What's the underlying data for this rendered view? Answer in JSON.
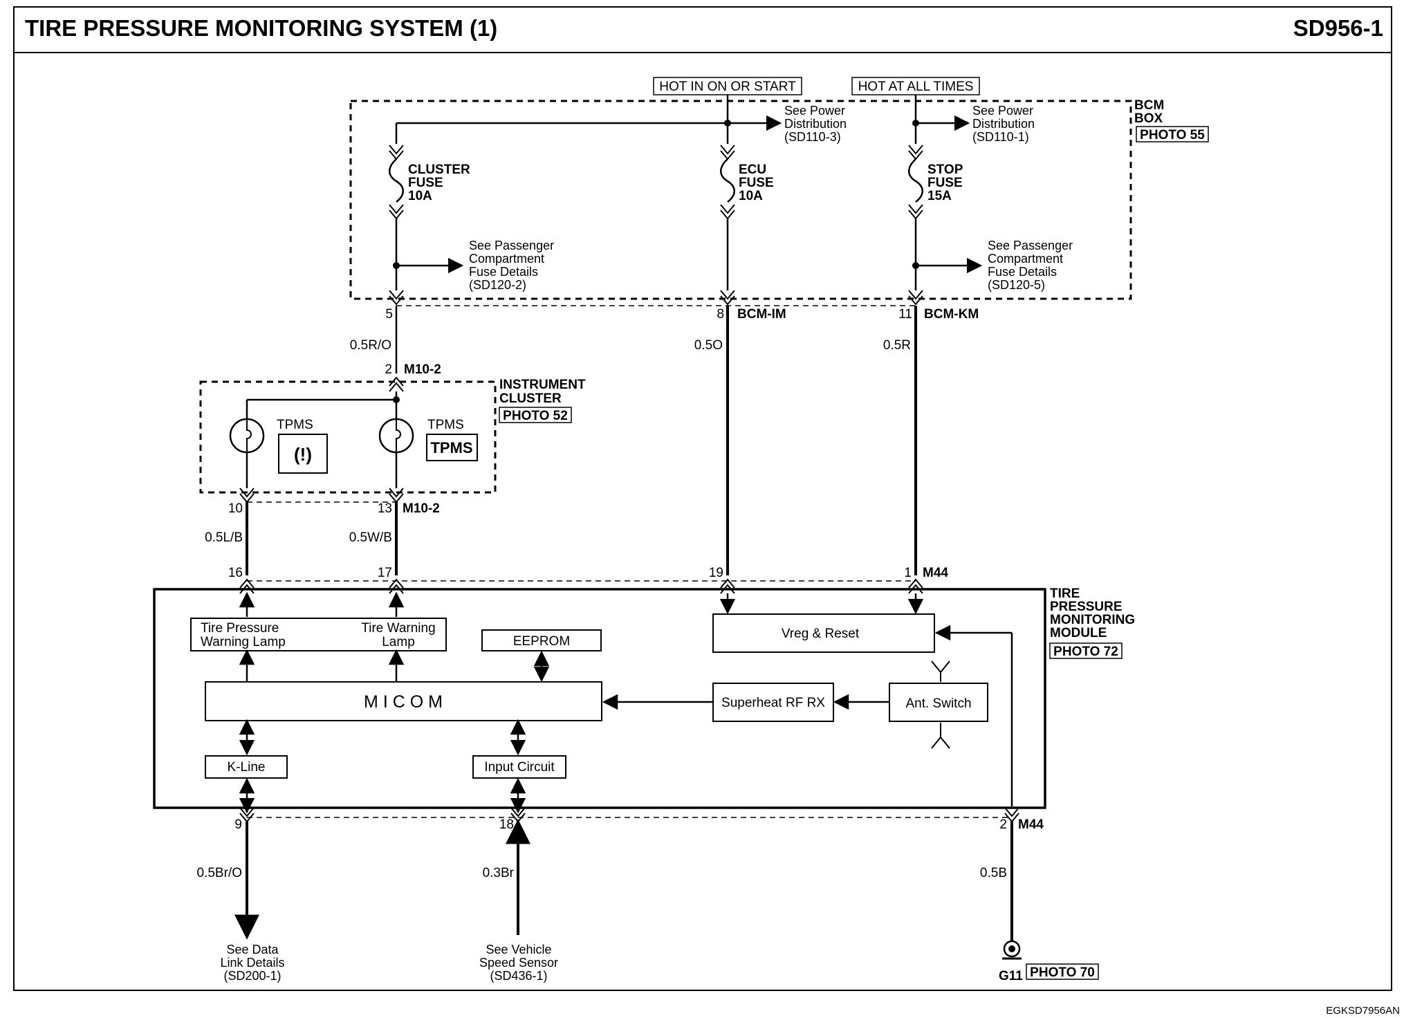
{
  "header": {
    "title": "TIRE PRESSURE MONITORING SYSTEM (1)",
    "code": "SD956-1"
  },
  "footer_code": "EGKSD7956AN",
  "power": {
    "ign": "HOT IN ON OR START",
    "batt": "HOT AT ALL TIMES"
  },
  "bcm": {
    "label": [
      "BCM",
      "BOX"
    ],
    "photo": "PHOTO 55",
    "see_power_1": [
      "See Power",
      "Distribution",
      "(SD110-3)"
    ],
    "see_power_2": [
      "See Power",
      "Distribution",
      "(SD110-1)"
    ],
    "see_pass_1": [
      "See Passenger",
      "Compartment",
      "Fuse Details",
      "(SD120-2)"
    ],
    "see_pass_2": [
      "See Passenger",
      "Compartment",
      "Fuse Details",
      "(SD120-5)"
    ],
    "fuses": [
      {
        "lines": [
          "CLUSTER",
          "FUSE",
          "10A"
        ]
      },
      {
        "lines": [
          "ECU",
          "FUSE",
          "10A"
        ]
      },
      {
        "lines": [
          "STOP",
          "FUSE",
          "15A"
        ]
      }
    ],
    "conn_im": "BCM-IM",
    "conn_km": "BCM-KM",
    "pins": [
      "5",
      "8",
      "11"
    ]
  },
  "wires": {
    "w_cluster": "0.5R/O",
    "w_ecu": "0.5O",
    "w_stop": "0.5R",
    "w_lb": "0.5L/B",
    "w_wb": "0.5W/B",
    "w_data": "0.5Br/O",
    "w_speed": "0.3Br",
    "w_gnd": "0.5B"
  },
  "cluster": {
    "label": [
      "INSTRUMENT",
      "CLUSTER"
    ],
    "photo": "PHOTO 52",
    "conn_top": "M10-2",
    "pin_top": "2",
    "conn_bot": "M10-2",
    "pins_bot": [
      "10",
      "13"
    ],
    "lamp1": "TPMS",
    "lamp2": "TPMS",
    "badge": "TPMS",
    "warn_glyph": "(!)"
  },
  "module": {
    "label": [
      "TIRE",
      "PRESSURE",
      "MONITORING",
      "MODULE"
    ],
    "photo": "PHOTO 72",
    "conn": "M44",
    "pins_top": [
      "16",
      "17",
      "19",
      "1"
    ],
    "pins_bot": [
      "9",
      "18",
      "2"
    ],
    "conn_bot": "M44",
    "blocks": {
      "tp_lamp": [
        "Tire Pressure",
        "Warning Lamp"
      ],
      "tw_lamp": [
        "Tire Warning",
        "Lamp"
      ],
      "eeprom": "EEPROM",
      "micom": "M I C O M",
      "kline": "K-Line",
      "input": "Input Circuit",
      "vreg": "Vreg & Reset",
      "rfrx": "Superheat RF RX",
      "ant": "Ant. Switch"
    }
  },
  "bottom": {
    "data_link": [
      "See Data",
      "Link Details",
      "(SD200-1)"
    ],
    "speed": [
      "See Vehicle",
      "Speed Sensor",
      "(SD436-1)"
    ],
    "ground": "G11",
    "ground_photo": "PHOTO 70"
  }
}
